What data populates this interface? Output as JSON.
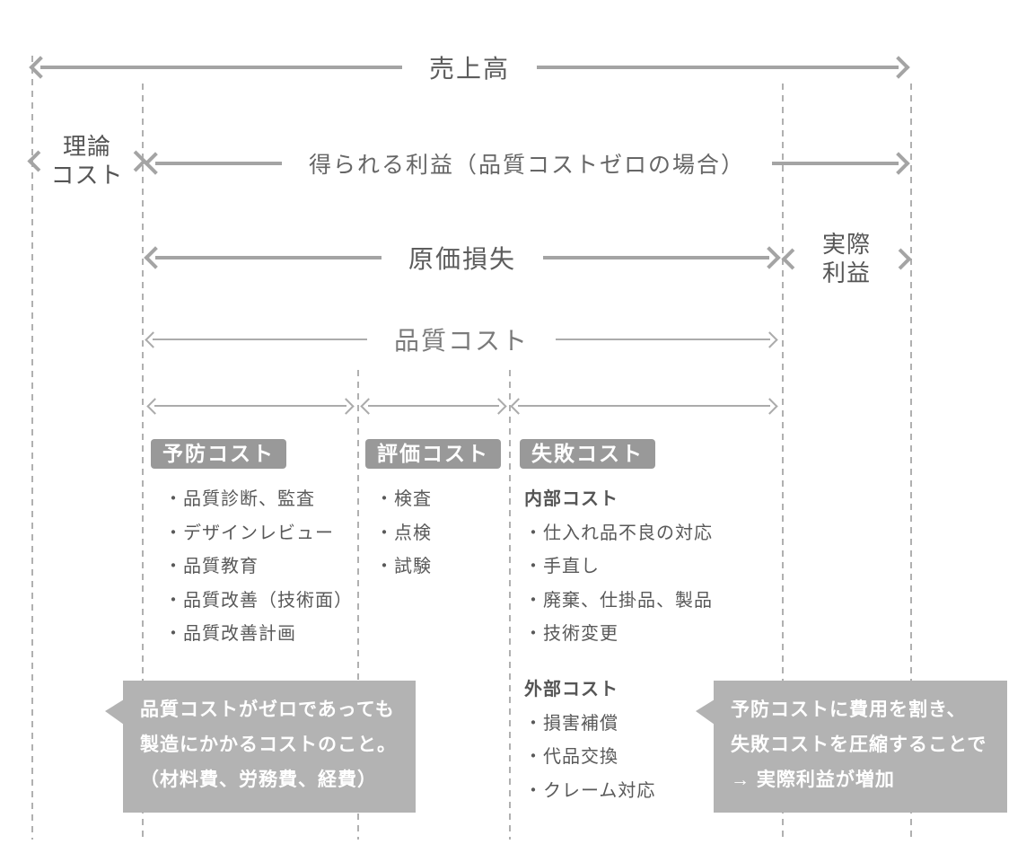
{
  "colors": {
    "arrow_thick": "#a4a4a4",
    "arrow_thin": "#ababab",
    "dashed_line": "#b0b0b0",
    "label_text": "#5c5c5c",
    "list_text": "#595959",
    "badge_bg": "#999999",
    "callout_bg": "#b3b3b3",
    "callout_text": "#ffffff"
  },
  "arrows": {
    "sales": "売上高",
    "theoretical_cost": [
      "理論",
      "コスト"
    ],
    "obtainable_profit": "得られる利益（品質コストゼロの場合）",
    "cost_loss": "原価損失",
    "actual_profit": [
      "実際",
      "利益"
    ],
    "quality_cost": "品質コスト"
  },
  "sections": {
    "prevention": {
      "badge": "予防コスト",
      "items": [
        "・品質診断、監査",
        "・デザインレビュー",
        "・品質教育",
        "・品質改善（技術面）",
        "・品質改善計画"
      ]
    },
    "appraisal": {
      "badge": "評価コスト",
      "items": [
        "・検査",
        "・点検",
        "・試験"
      ]
    },
    "failure": {
      "badge": "失敗コスト",
      "internal": {
        "heading": "内部コスト",
        "items": [
          "・仕入れ品不良の対応",
          "・手直し",
          "・廃棄、仕掛品、製品",
          "・技術変更"
        ]
      },
      "external": {
        "heading": "外部コスト",
        "items": [
          "・損害補償",
          "・代品交換",
          "・クレーム対応"
        ]
      }
    }
  },
  "callouts": {
    "quality_cost_note": {
      "lines": [
        "品質コストがゼロであっても",
        "製造にかかるコストのこと。",
        "（材料費、労務費、経費）"
      ]
    },
    "profit_note": {
      "lines": [
        "予防コストに費用を割き、",
        "失敗コストを圧縮することで",
        "→ 実際利益が増加"
      ]
    }
  }
}
